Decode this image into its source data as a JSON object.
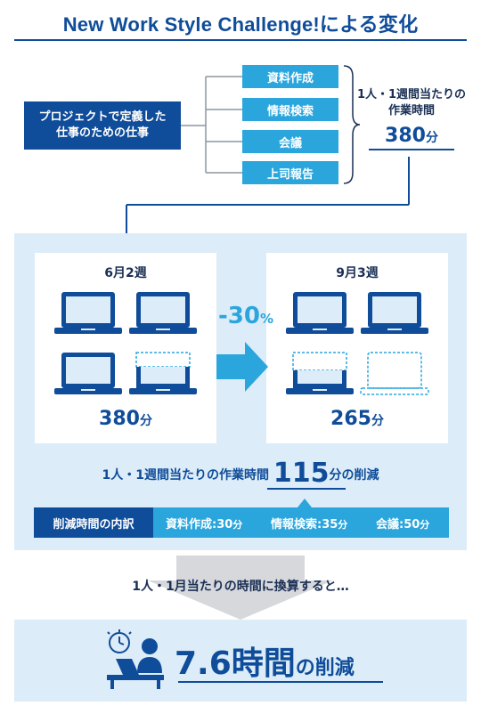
{
  "title": "New Work Style Challenge!による変化",
  "project_box": {
    "line1": "プロジェクトで定義した",
    "line2": "仕事のための仕事"
  },
  "tasks": [
    "資料作成",
    "情報検索",
    "会議",
    "上司報告"
  ],
  "weekly_hours": {
    "label_line1": "1人・1週間当たりの",
    "label_line2": "作業時間",
    "value": "380",
    "unit": "分"
  },
  "before": {
    "label": "6月2週",
    "value": "380",
    "unit": "分"
  },
  "after": {
    "label": "9月3週",
    "value": "265",
    "unit": "分"
  },
  "change": {
    "value": "-30",
    "unit": "%"
  },
  "reduction": {
    "prefix": "1人・1週間当たりの作業時間",
    "value": "115",
    "suffix": "分の削減"
  },
  "breakdown": {
    "heading": "削減時間の内訳",
    "items": [
      {
        "label": "資料作成:",
        "value": "30",
        "unit": "分"
      },
      {
        "label": "情報検索:",
        "value": "35",
        "unit": "分"
      },
      {
        "label": "会議:",
        "value": "50",
        "unit": "分"
      }
    ]
  },
  "conversion_text": "1人・1月当たりの時間に換算すると…",
  "result": {
    "value": "7.6",
    "suffix_1": "時間",
    "suffix_2": "の削減"
  },
  "colors": {
    "dark_blue": "#0f4c99",
    "light_blue": "#2aa6dd",
    "panel_bg": "#dcecf8",
    "text": "#1a2f55"
  },
  "icons": [
    "laptop-icon",
    "laptop-dashed-icon",
    "right-arrow-icon",
    "down-arrow-icon",
    "worker-at-desk-icon"
  ]
}
